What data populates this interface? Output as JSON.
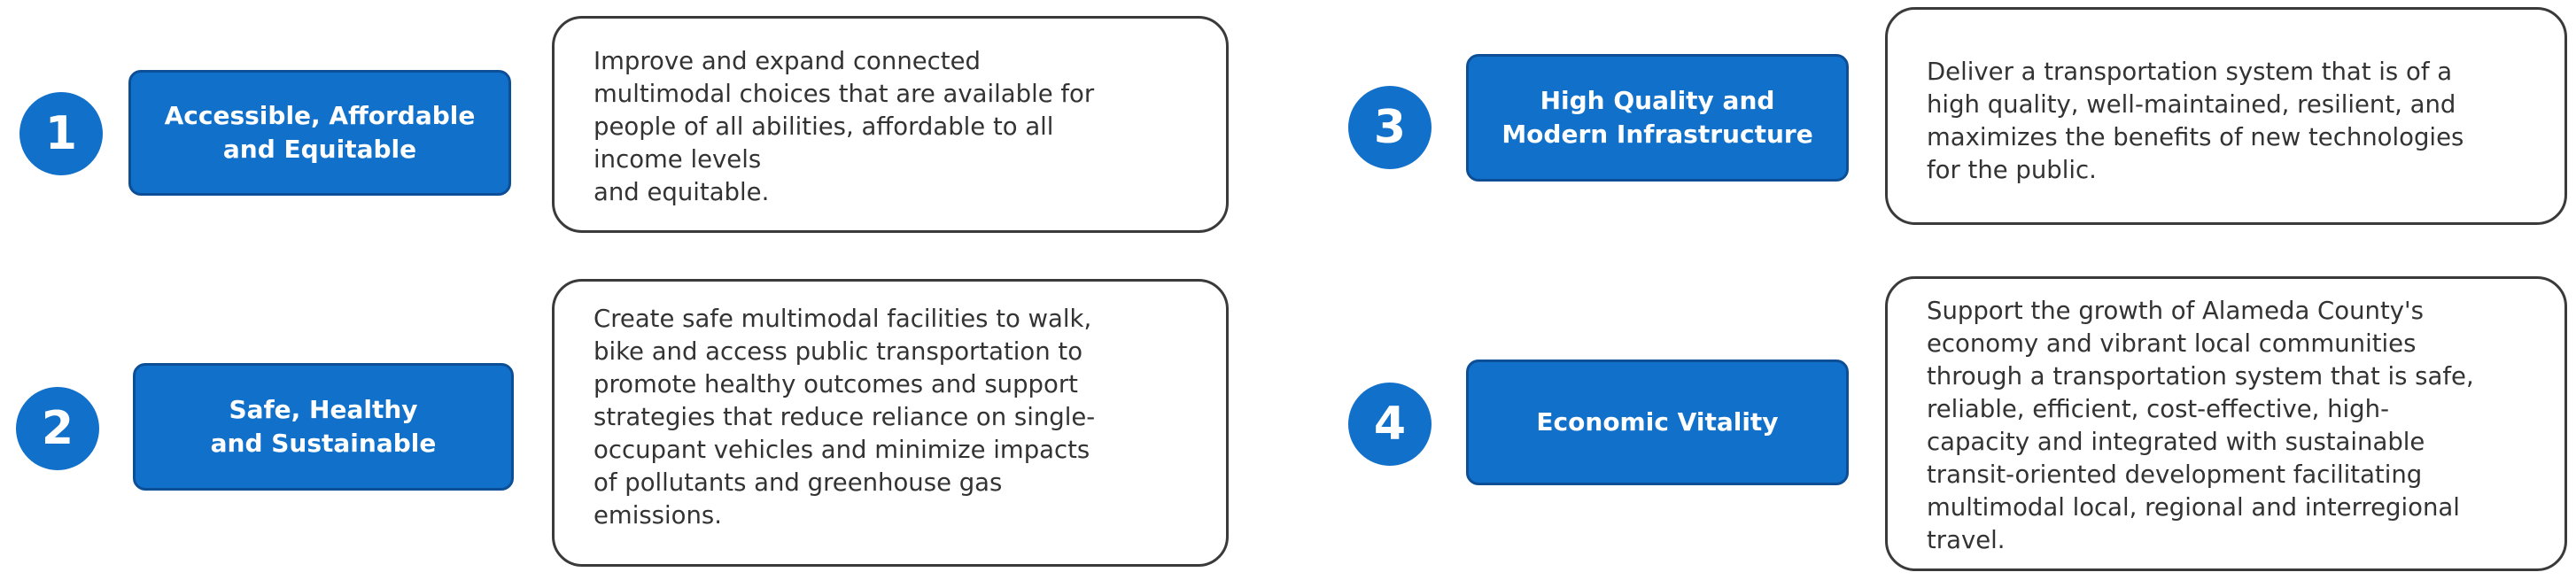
{
  "goals": [
    {
      "number": "1",
      "title": "Accessible, Affordable\nand Equitable",
      "description": "Improve and expand connected\nmultimodal choices that are available for\npeople of all abilities, affordable to all\nincome levels\nand equitable."
    },
    {
      "number": "2",
      "title": "Safe, Healthy\nand Sustainable",
      "description": "Create safe multimodal facilities to walk,\nbike and access public transportation to\npromote healthy outcomes and support\nstrategies that reduce reliance on single-\noccupant vehicles and minimize impacts\nof pollutants and greenhouse gas\nemissions."
    },
    {
      "number": "3",
      "title": "High Quality and\nModern Infrastructure",
      "description": "Deliver a transportation system that is of a\nhigh quality, well-maintained, resilient, and\nmaximizes the benefits of new technologies\nfor the public."
    },
    {
      "number": "4",
      "title": "Economic Vitality",
      "description": "Support the growth of Alameda County's\neconomy and vibrant local communities\nthrough a transportation system that is safe,\nreliable, efficient, cost-effective, high-\ncapacity and integrated with sustainable\ntransit-oriented development facilitating\nmultimodal local, regional and interregional\ntravel."
    }
  ],
  "colors": {
    "accent_blue": "#1170c9",
    "border_blue": "#0d4f96",
    "text_gray": "#333333",
    "box_border": "#3a3a3a"
  }
}
